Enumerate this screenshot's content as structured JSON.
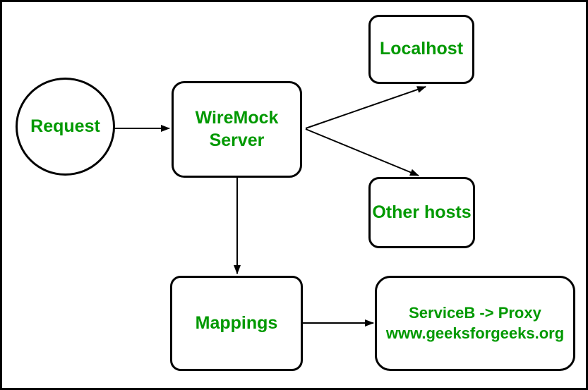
{
  "diagram": {
    "type": "flowchart",
    "colors": {
      "node_text": "#009900",
      "node_border": "#000000",
      "arrow": "#000000",
      "background": "#ffffff"
    },
    "nodes": {
      "request": {
        "label": "Request",
        "shape": "circle"
      },
      "wiremock_server": {
        "lines": [
          "WireMock",
          "Server"
        ],
        "shape": "rounded-rectangle"
      },
      "localhost": {
        "label": "Localhost",
        "shape": "rounded-rectangle"
      },
      "other_hosts": {
        "label": "Other hosts",
        "shape": "rounded-rectangle"
      },
      "mappings": {
        "label": "Mappings",
        "shape": "rounded-rectangle"
      },
      "serviceb_proxy": {
        "lines": [
          "ServiceB -> Proxy",
          "www.geeksforgeeks.org"
        ],
        "shape": "rounded-rectangle"
      }
    },
    "edges": [
      {
        "from": "request",
        "to": "wiremock_server"
      },
      {
        "from": "wiremock_server",
        "to": "localhost"
      },
      {
        "from": "wiremock_server",
        "to": "other_hosts"
      },
      {
        "from": "wiremock_server",
        "to": "mappings"
      },
      {
        "from": "mappings",
        "to": "serviceb_proxy"
      }
    ]
  }
}
